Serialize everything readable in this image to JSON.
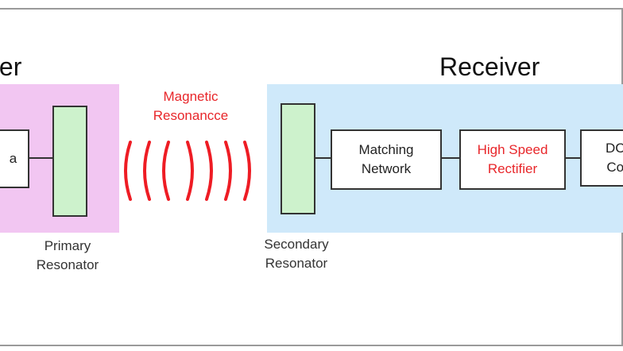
{
  "transmitter": {
    "heading": "ter",
    "block_label": "a",
    "primary_resonator_caption": "Primary\nResonator"
  },
  "link": {
    "label": "Magnetic\nResonancce",
    "wave_color": "#ee1c24"
  },
  "receiver": {
    "heading": "Receiver",
    "secondary_resonator_caption": "Secondary\nResonator",
    "matching_network": "Matching\nNetwork",
    "rectifier": "High Speed\nRectifier",
    "dc_converter": "DC\nCo"
  },
  "colors": {
    "transmitter_panel": "#f2c6f2",
    "receiver_panel": "#cfe9fa",
    "resonator_fill": "#cdf2cc",
    "highlight_text": "#e8262a"
  }
}
